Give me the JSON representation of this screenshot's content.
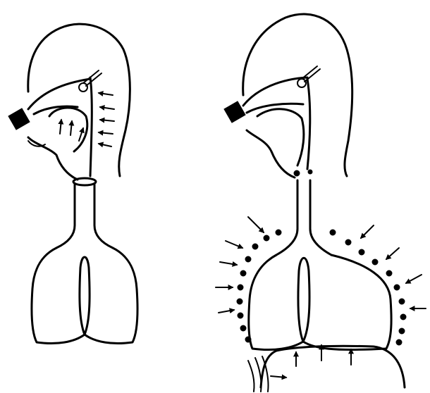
{
  "figure": {
    "panels": [
      {
        "id": "left",
        "depicts": "head-throat-lungs-ring-constriction"
      },
      {
        "id": "right",
        "depicts": "head-throat-lungs-muscle-dots"
      }
    ],
    "colors": {
      "ink": "#000000",
      "background": "#ffffff"
    },
    "icons": [
      "arrow-icon",
      "nozzle-icon"
    ]
  }
}
